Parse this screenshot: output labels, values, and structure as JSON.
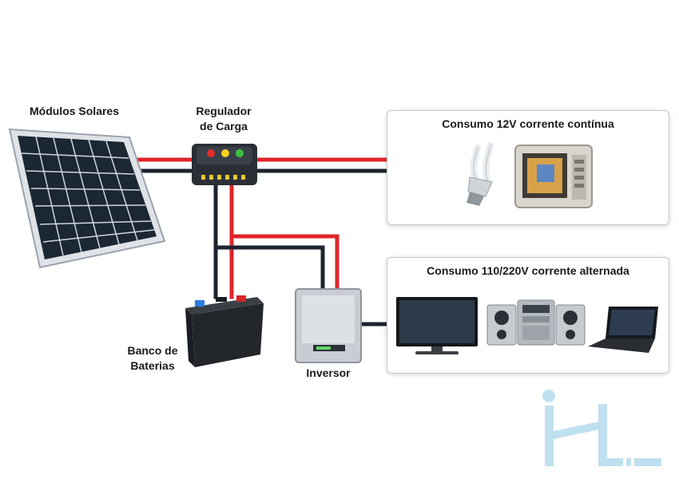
{
  "labels": {
    "solar_modules": "Módulos Solares",
    "charge_regulator_line1": "Regulador",
    "charge_regulator_line2": "de Carga",
    "battery_bank_line1": "Banco de",
    "battery_bank_line2": "Baterias",
    "inverter": "Inversor"
  },
  "boxes": {
    "dc_load_title": "Consumo 12V corrente contínua",
    "ac_load_title": "Consumo 110/220V corrente alternada"
  },
  "colors": {
    "positive_wire": "#e0242b",
    "negative_wire": "#1d2430",
    "logo": "#bfe0ef"
  },
  "icons": [
    "solar-panel-icon",
    "charge-controller-icon",
    "battery-icon",
    "inverter-icon",
    "cfl-bulb-icon",
    "microwave-icon",
    "tv-icon",
    "stereo-icon",
    "laptop-icon",
    "logo-mark"
  ]
}
